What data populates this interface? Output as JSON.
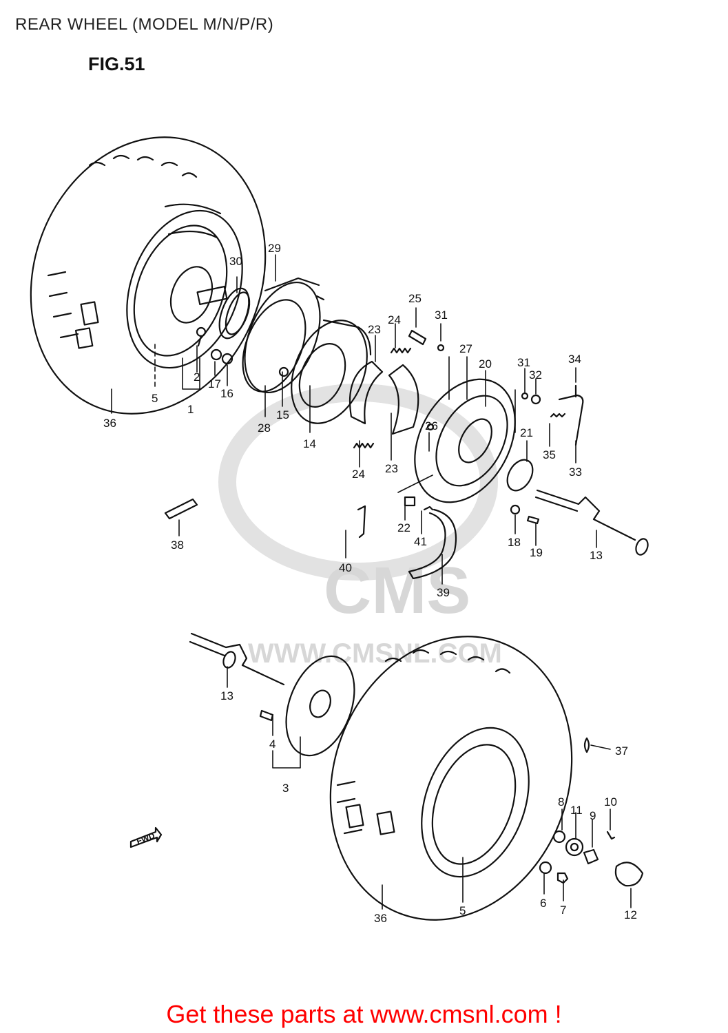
{
  "header": {
    "title": "REAR WHEEL (MODEL M/N/P/R)",
    "fig": "FIG.51"
  },
  "watermark": {
    "brand": "CMS",
    "url": "WWW.CMSNL.COM"
  },
  "fwd_marker": "FWD",
  "footer": {
    "text": "Get these parts at www.cmsnl.com !"
  },
  "callouts": [
    "1",
    "2",
    "3",
    "4",
    "5",
    "5",
    "6",
    "7",
    "8",
    "9",
    "10",
    "11",
    "12",
    "13",
    "13",
    "14",
    "15",
    "16",
    "17",
    "18",
    "19",
    "20",
    "21",
    "22",
    "23",
    "23",
    "24",
    "24",
    "25",
    "26",
    "27",
    "28",
    "29",
    "30",
    "31",
    "31",
    "32",
    "33",
    "34",
    "35",
    "36",
    "36",
    "37",
    "38",
    "39",
    "40",
    "41"
  ],
  "colors": {
    "line": "#111111",
    "watermark": "#d7d7d7",
    "footer": "#ff0000"
  }
}
